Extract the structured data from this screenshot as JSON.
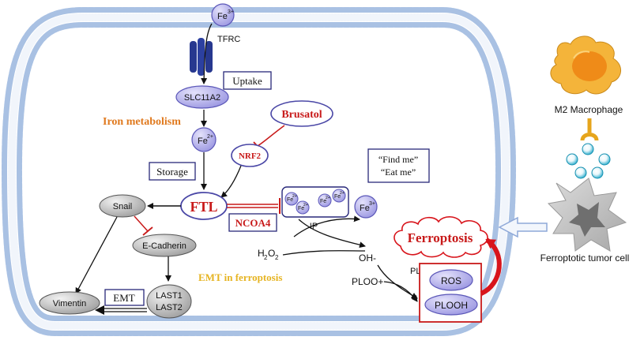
{
  "labels": {
    "fe3_top": "Fe",
    "fe3_top_sup": "3+",
    "tfrc": "TFRC",
    "uptake": "Uptake",
    "slc11a2": "SLC11A2",
    "iron_metabolism": "Iron metabolism",
    "brusatol": "Brusatol",
    "fe2": "Fe",
    "fe2_sup": "2+",
    "nrf2": "NRF2",
    "storage": "Storage",
    "find_me": "“Find me”",
    "eat_me": "“Eat me”",
    "snail": "Snail",
    "ftl": "FTL",
    "ncoa4": "NCOA4",
    "fe_small": "Fe",
    "fe_small_sup": "2+",
    "ip": "IP",
    "fe3_right": "Fe",
    "fe3_right_sup": "3+",
    "ferroptosis": "Ferroptosis",
    "e_cadherin": "E-Cadherin",
    "h2o2_h": "H",
    "h2o2_2a": "2",
    "h2o2_o": "O",
    "h2o2_2b": "2",
    "ohm": "OH-",
    "emt_in_ferroptosis": "EMT in ferroptosis",
    "pl": "PL",
    "pl_sup": "+",
    "plooplus": "PLOO+",
    "ros": "ROS",
    "plooh": "PLOOH",
    "vimentin": "Vimentin",
    "emt": "EMT",
    "last1": "LAST1",
    "last2": "LAST2",
    "m2_macrophage": "M2 Macrophage",
    "ferroptotic_tumor_cell": "Ferroptotic tumor cell"
  },
  "colors": {
    "membrane": "#a9c1e3",
    "membrane_edge": "#6f90c2",
    "node_fill": "#b9b6ee",
    "node_stroke": "#5b57b8",
    "box_stroke": "#28287a",
    "red": "#c81a1a",
    "orange": "#e07a1f",
    "gold": "#e6b422",
    "gray": "#b4b4b4",
    "receptor": "#27388f"
  }
}
